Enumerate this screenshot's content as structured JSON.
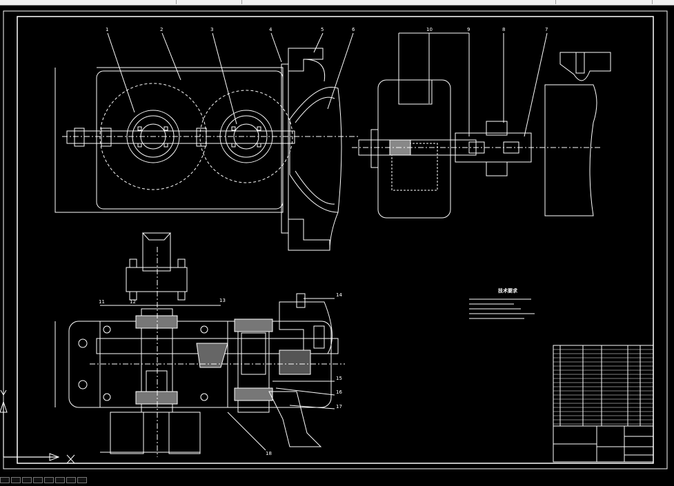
{
  "part_labels": [
    "1",
    "2",
    "3",
    "4",
    "5",
    "6",
    "7",
    "8",
    "9",
    "10",
    "11",
    "12",
    "13",
    "14",
    "15",
    "16",
    "17",
    "18"
  ],
  "tech_requirements": {
    "title": "技术要求"
  },
  "colors": {
    "background": "#000000",
    "lines": "#ffffff",
    "topbar": "#f0f0f0"
  },
  "icons": [
    "ucs-axis-icon"
  ]
}
